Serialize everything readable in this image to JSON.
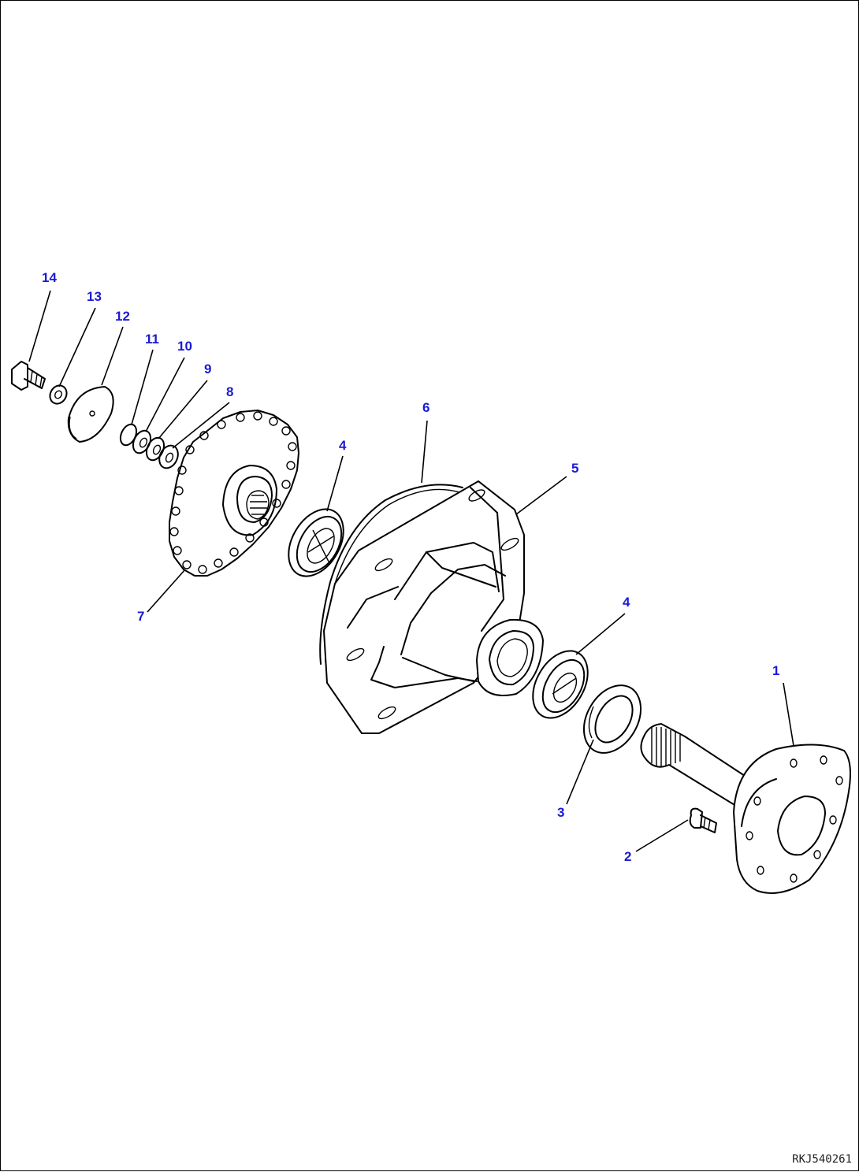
{
  "callouts": [
    {
      "id": "14",
      "label": "14"
    },
    {
      "id": "13",
      "label": "13"
    },
    {
      "id": "12",
      "label": "12"
    },
    {
      "id": "11",
      "label": "11"
    },
    {
      "id": "10",
      "label": "10"
    },
    {
      "id": "9",
      "label": "9"
    },
    {
      "id": "8",
      "label": "8"
    },
    {
      "id": "6",
      "label": "6"
    },
    {
      "id": "4a",
      "label": "4"
    },
    {
      "id": "5",
      "label": "5"
    },
    {
      "id": "7",
      "label": "7"
    },
    {
      "id": "4b",
      "label": "4"
    },
    {
      "id": "1",
      "label": "1"
    },
    {
      "id": "3",
      "label": "3"
    },
    {
      "id": "2",
      "label": "2"
    }
  ],
  "drawing_id": "RKJ540261",
  "callout_color": "#1a1ad6"
}
